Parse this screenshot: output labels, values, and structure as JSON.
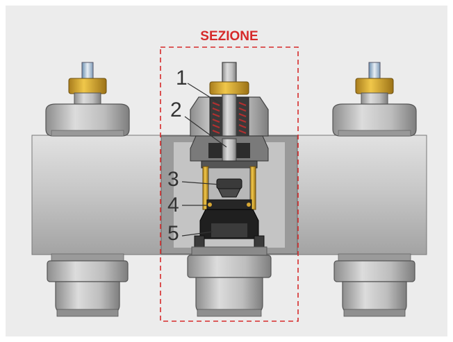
{
  "diagram": {
    "section_label": "SEZIONE",
    "callouts": [
      "1",
      "2",
      "3",
      "4",
      "5"
    ]
  },
  "colors": {
    "background": "#ececec",
    "section_box": "#d62a2a",
    "brass": "#d8a733",
    "steel": "#b9b9b9",
    "dark": "#2a2a2a",
    "spring": "#b03030"
  }
}
